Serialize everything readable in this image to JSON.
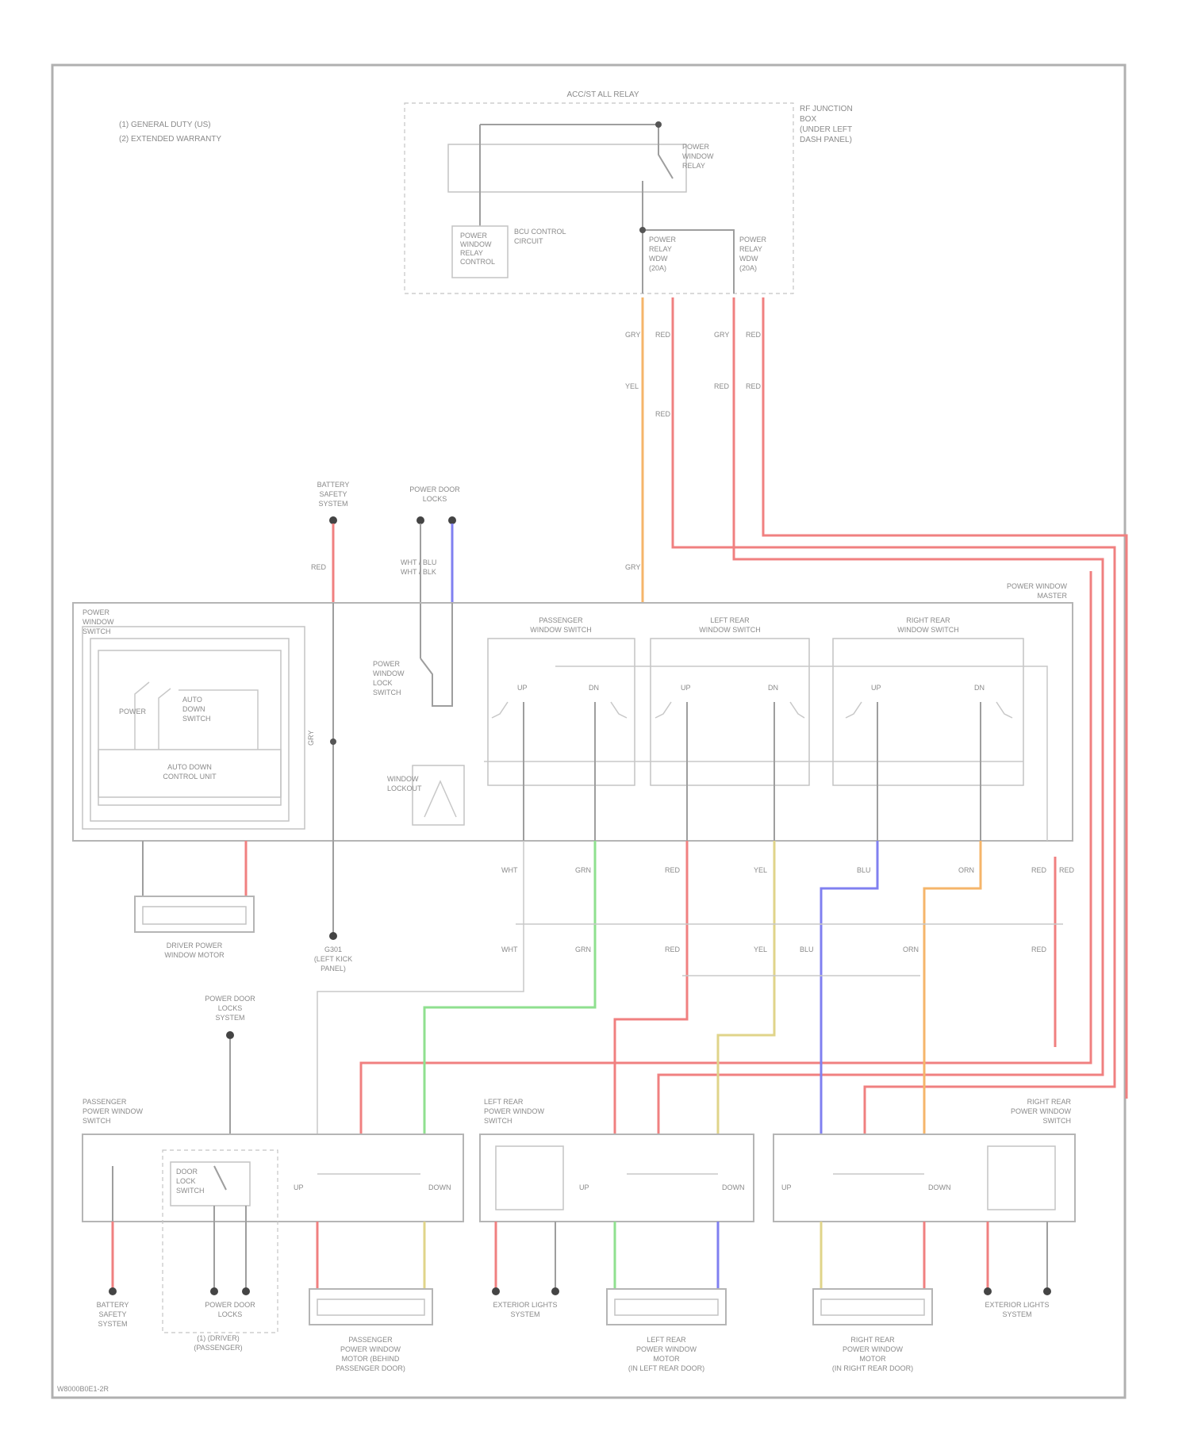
{
  "legend": {
    "line1": "(1) GENERAL DUTY (US)",
    "line2": "(2) EXTENDED WARRANTY"
  },
  "top_module": {
    "title": "ACC/ST ALL RELAY",
    "side_label_1": "RF JUNCTION",
    "side_label_2": "BOX",
    "side_label_3": "(UNDER LEFT",
    "side_label_4": "DASH PANEL)",
    "switch_label_1": "POWER",
    "switch_label_2": "WINDOW",
    "switch_label_3": "RELAY",
    "sub_label_1": "POWER",
    "sub_label_2": "WINDOW",
    "sub_label_3": "RELAY",
    "sub_label_4": "CONTROL",
    "sub_label_5": "BCU CONTROL",
    "sub_label_6": "CIRCUIT",
    "fuse_left_1": "POWER",
    "fuse_left_2": "RELAY",
    "fuse_left_3": "WDW",
    "fuse_left_4": "(20A)",
    "fuse_right_1": "POWER",
    "fuse_right_2": "RELAY",
    "fuse_right_3": "WDW",
    "fuse_right_4": "(20A)"
  },
  "wire_codes": {
    "a1": "GRY",
    "a2": "RED",
    "a3": "GRY",
    "a4": "RED",
    "b1": "YEL",
    "b2": "RED",
    "b3": "RED",
    "b4": "RED",
    "c1": "GRY",
    "c2": "RED"
  },
  "upper_connectors": {
    "ground_label_1": "BATTERY",
    "ground_label_2": "SAFETY",
    "ground_label_3": "SYSTEM",
    "relay_label_1": "POWER DOOR",
    "relay_label_2": "LOCKS",
    "red_code": "RED",
    "switch_code_1": "WHT / BLU",
    "switch_code_2": "WHT / BLK"
  },
  "master_switch": {
    "title_1": "POWER WINDOW",
    "title_2": "MASTER",
    "title_1b": "POWER",
    "title_2b": "WINDOW",
    "title_3b": "SWITCH",
    "left_block_1": "POWER",
    "left_block_2": "WINDOW",
    "left_block_3": "SWITCH",
    "auto_label_1": "AUTO",
    "auto_label_2": "DOWN",
    "auto_label_3": "SWITCH",
    "control_unit_1": "AUTO DOWN",
    "control_unit_2": "CONTROL UNIT",
    "lock_label_1": "POWER",
    "lock_label_2": "WINDOW",
    "lock_label_3": "LOCK",
    "lock_label_4": "SWITCH",
    "bus_label": "GRY",
    "dimmer_label_1": "WINDOW",
    "dimmer_label_2": "LOCKOUT",
    "sw_pass_1": "PASSENGER",
    "sw_pass_2": "WINDOW SWITCH",
    "sw_lr_1": "LEFT REAR",
    "sw_lr_2": "WINDOW SWITCH",
    "sw_rr_1": "RIGHT REAR",
    "sw_rr_2": "WINDOW SWITCH",
    "contact_up": "UP",
    "contact_dn": "DN",
    "driver_motor_1": "DRIVER POWER",
    "driver_motor_2": "WINDOW MOTOR",
    "ground_1": "G301",
    "ground_2": "(LEFT KICK",
    "ground_3": "PANEL)"
  },
  "lower_codes": {
    "d1": "WHT",
    "d2": "GRN",
    "d3": "RED",
    "d4": "YEL",
    "d5": "BLU",
    "d6": "ORN",
    "d7": "RED",
    "e1": "WHT",
    "e2": "GRN",
    "e3": "RED",
    "e4": "YEL",
    "e5": "BLU",
    "e6": "ORN",
    "e7": "RED"
  },
  "pass_door": {
    "top_label_1": "POWER DOOR",
    "top_label_2": "LOCKS",
    "top_label_3": "SYSTEM",
    "title_1": "PASSENGER",
    "title_2": "POWER WINDOW",
    "title_3": "SWITCH",
    "lock_1": "DOOR",
    "lock_2": "LOCK",
    "lock_3": "SWITCH",
    "up": "UP",
    "down": "DOWN",
    "ground_1": "BATTERY",
    "ground_2": "SAFETY",
    "ground_3": "SYSTEM",
    "lock_ground_1": "POWER DOOR",
    "lock_ground_2": "LOCKS",
    "ground_box_1": "(1) (DRIVER)",
    "ground_box_2": "(PASSENGER)",
    "motor_1": "PASSENGER",
    "motor_2": "POWER WINDOW",
    "motor_3": "MOTOR (BEHIND",
    "motor_4": "PASSENGER DOOR)"
  },
  "lr_door": {
    "title_1": "LEFT REAR",
    "title_2": "POWER WINDOW",
    "title_3": "SWITCH",
    "up": "UP",
    "down": "DOWN",
    "ground_1": "EXTERIOR LIGHTS",
    "ground_2": "SYSTEM",
    "motor_1": "LEFT REAR",
    "motor_2": "POWER WINDOW",
    "motor_3": "MOTOR",
    "motor_4": "(IN LEFT REAR DOOR)"
  },
  "rr_door": {
    "title_1": "RIGHT REAR",
    "title_2": "POWER WINDOW",
    "title_3": "SWITCH",
    "up": "UP",
    "down": "DOWN",
    "ground_1": "EXTERIOR LIGHTS",
    "ground_2": "SYSTEM",
    "motor_1": "RIGHT REAR",
    "motor_2": "POWER WINDOW",
    "motor_3": "MOTOR",
    "motor_4": "(IN RIGHT REAR DOOR)"
  },
  "footer": {
    "code": "W8000B0E1-2R"
  }
}
